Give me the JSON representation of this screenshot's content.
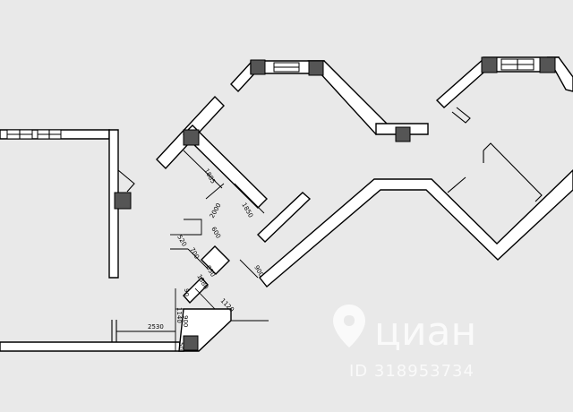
{
  "dimensions": [
    {
      "id": "d1885",
      "text": "1885"
    },
    {
      "id": "d2000",
      "text": "2000"
    },
    {
      "id": "d1850",
      "text": "1850"
    },
    {
      "id": "d600",
      "text": "600"
    },
    {
      "id": "d520",
      "text": "520"
    },
    {
      "id": "d700",
      "text": "700"
    },
    {
      "id": "d850",
      "text": "850"
    },
    {
      "id": "d900a",
      "text": "900"
    },
    {
      "id": "d1380",
      "text": "1380"
    },
    {
      "id": "d90",
      "text": "90"
    },
    {
      "id": "d1120",
      "text": "1120"
    },
    {
      "id": "d1140",
      "text": "1140"
    },
    {
      "id": "d900b",
      "text": "900"
    },
    {
      "id": "d2530",
      "text": "2530"
    },
    {
      "id": "d50",
      "text": "50"
    }
  ],
  "watermark": {
    "brand": "циан",
    "id_text": "ID 318953734"
  },
  "colors": {
    "background": "#e9e9e9",
    "wall_fill": "#ffffff",
    "line": "#000000",
    "column": "#555555"
  }
}
